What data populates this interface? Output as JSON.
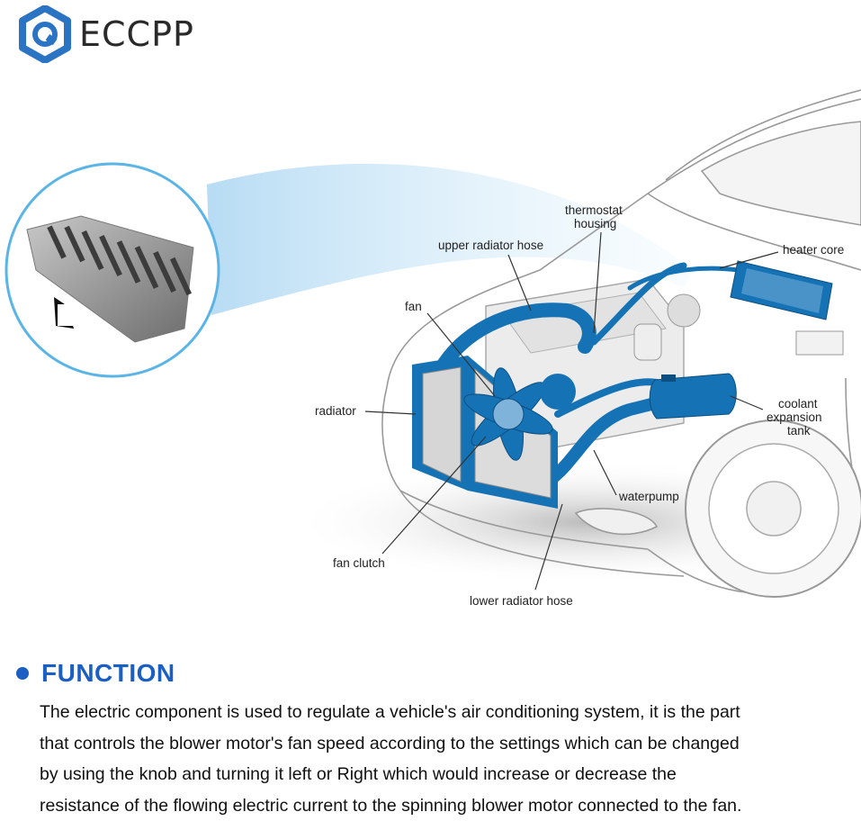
{
  "brand": {
    "name": "ECCPP",
    "logo_color": "#2b74c4",
    "logo_icon": "eccpp-hexagon-logo-icon"
  },
  "diagram": {
    "accent_color": "#1573b5",
    "labels": {
      "thermostat_line1": "thermostat",
      "thermostat_line2": "housing",
      "upper_radiator_hose": "upper radiator hose",
      "heater_core": "heater core",
      "fan": "fan",
      "radiator": "radiator",
      "coolant_line1": "coolant",
      "coolant_line2": "expansion",
      "coolant_line3": "tank",
      "waterpump": "waterpump",
      "fan_clutch": "fan clutch",
      "lower_radiator_hose": "lower radiator hose"
    }
  },
  "function": {
    "title": "FUNCTION",
    "bullet_color": "#1a5fc1",
    "line1": "The electric component is used to regulate a vehicle's air conditioning system, it is the part",
    "line2": "that controls the blower motor's fan speed according to the settings which can be changed",
    "line3": "by using the knob and turning it left or Right which would increase or decrease the",
    "line4": "resistance of the flowing electric current to the spinning blower motor connected to the fan."
  }
}
